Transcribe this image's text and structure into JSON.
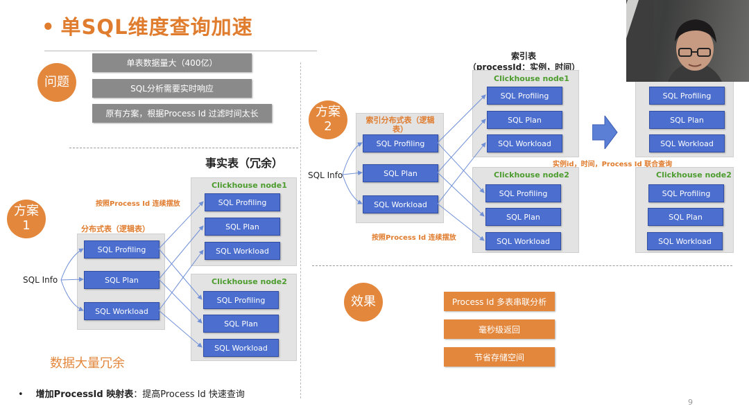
{
  "slide": {
    "title": "单SQL维度查询加速",
    "page_number": "9",
    "problem": {
      "label": "问题",
      "items": [
        "单表数据量大（400亿）",
        "SQL分析需要实时响应",
        "原有方案，根据Process Id 过滤时间太长"
      ]
    },
    "fact_table_heading": "事实表（冗余）",
    "plan1": {
      "label": "方案1",
      "source": "SQL Info",
      "distributed_label": "分布式表（逻辑表）",
      "distributed_items": [
        "SQL Profiling",
        "SQL Plan",
        "SQL Workload"
      ],
      "placement_note": "按照Process Id 连续摆放",
      "node1_label": "Clickhouse node1",
      "node1_items": [
        "SQL Profiling",
        "SQL Plan",
        "SQL Workload"
      ],
      "node2_label": "Clickhouse node2",
      "node2_items": [
        "SQL Profiling",
        "SQL Plan",
        "SQL Workload"
      ],
      "redundancy_note": "数据大量冗余"
    },
    "plan2": {
      "label": "方案2",
      "source": "SQL Info",
      "index_heading": "索引表",
      "index_subheading": "（processId：实例，时间）",
      "distributed_label": "索引分布式表（逻辑表）",
      "distributed_items": [
        "SQL Profiling",
        "SQL Plan",
        "SQL Workload"
      ],
      "placement_note": "按照Process Id 连续摆放",
      "node1_label": "Clickhouse node1",
      "node1_items": [
        "SQL Profiling",
        "SQL Plan",
        "SQL Workload"
      ],
      "node2_label": "Clickhouse node2",
      "node2_items": [
        "SQL Profiling",
        "SQL Plan",
        "SQL Workload"
      ],
      "joint_query_note": "实例id，时间，Process Id 联合查询",
      "right_node1_items": [
        "SQL Profiling",
        "SQL Plan",
        "SQL Workload"
      ],
      "right_node2_label": "Clickhouse node2",
      "right_node2_items": [
        "SQL Profiling",
        "SQL Plan",
        "SQL Workload"
      ]
    },
    "effect": {
      "label": "效果",
      "items": [
        "Process Id 多表串联分析",
        "毫秒级返回",
        "节省存储空间"
      ]
    },
    "footer_bullet": {
      "bold": "增加ProcessId 映射表",
      "rest": "：提高Process Id 快速查询"
    }
  },
  "colors": {
    "orange": "#e3873c",
    "blue_box": "#4c6fcf",
    "gray_box": "#8a8a8a",
    "panel": "#e3e3e3",
    "green_label": "#4c9c2e",
    "arrow": "#6f8fd6"
  },
  "webcam": {
    "content": "presenter video feed",
    "icon": "person-silhouette-icon"
  }
}
